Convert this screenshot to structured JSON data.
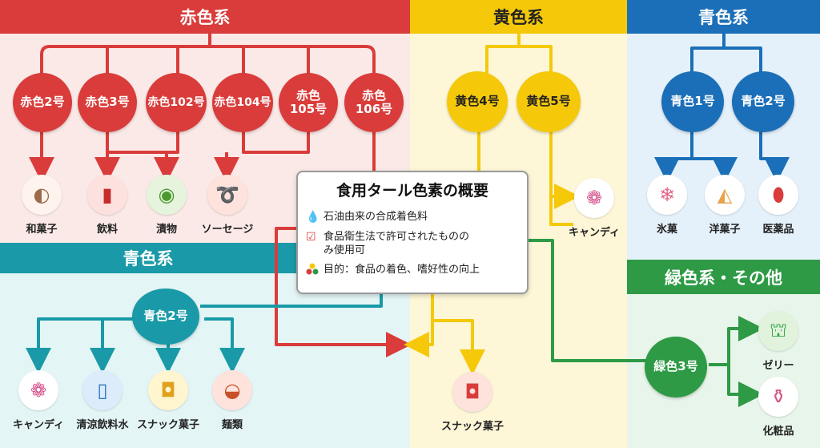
{
  "colors": {
    "red": "#d93c3a",
    "yellow": "#f5c90a",
    "blue": "#1b6fb8",
    "teal": "#1a9aa8",
    "green": "#2e9a46"
  },
  "sections": {
    "red_title": "赤色系",
    "yellow_title": "黄色系",
    "blue_title": "青色系",
    "teal_title": "青色系",
    "green_title": "緑色系・その他"
  },
  "dyes": {
    "red2": "赤色2号",
    "red3": "赤色3号",
    "red102": "赤色102号",
    "red104": "赤色104号",
    "red105": "赤色\n105号",
    "red106": "赤色\n106号",
    "yellow4": "黄色4号",
    "yellow5": "黄色5号",
    "blue1": "青色1号",
    "blue2": "青色2号",
    "blue2_lower": "青色2号",
    "green3": "緑色3号"
  },
  "items": {
    "wagashi": "和菓子",
    "drink": "飲料",
    "pickles": "漬物",
    "sausage": "ソーセージ",
    "candy_yellow": "キャンディ",
    "shaved_ice": "氷菓",
    "cake": "洋菓子",
    "medicine": "医薬品",
    "candy_teal": "キャンディ",
    "soft_drink": "清涼飲料水",
    "snack_teal": "スナック菓子",
    "noodles": "麺類",
    "snack_center": "スナック菓子",
    "jelly": "ゼリー",
    "cosmetics": "化粧品"
  },
  "icons": {
    "wagashi": "wagashi-icon",
    "drink": "cola-bottle-icon",
    "pickles": "cucumber-icon",
    "sausage": "sausage-icon",
    "candy": "candy-icon",
    "shaved_ice": "shaved-ice-icon",
    "cake": "cake-icon",
    "medicine": "capsule-icon",
    "soft_drink": "water-bottle-icon",
    "snack": "snack-bag-icon",
    "noodles": "noodle-bowl-icon",
    "jelly": "jelly-icon",
    "cosmetics": "cosmetics-icon",
    "oil": "oil-drop-icon",
    "check": "checkbox-icon",
    "purpose": "color-dots-icon"
  },
  "info": {
    "title": "食用タール色素の概要",
    "line1": "石油由来の合成着色料",
    "line2": "食品衛生法で許可されたものの\nみ使用可",
    "line3": "目的：食品の着色、嗜好性の向上"
  }
}
